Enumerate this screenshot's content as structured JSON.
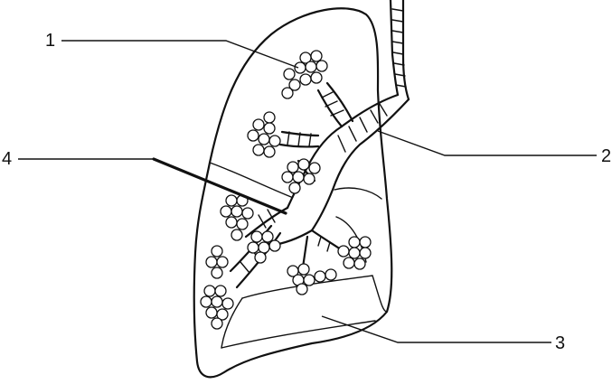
{
  "diagram": {
    "labels": [
      {
        "id": "label-1",
        "text": "1"
      },
      {
        "id": "label-2",
        "text": "2"
      },
      {
        "id": "label-3",
        "text": "3"
      },
      {
        "id": "label-4",
        "text": "4"
      }
    ]
  },
  "colors": {
    "ink": "#111111",
    "background": "#ffffff"
  }
}
